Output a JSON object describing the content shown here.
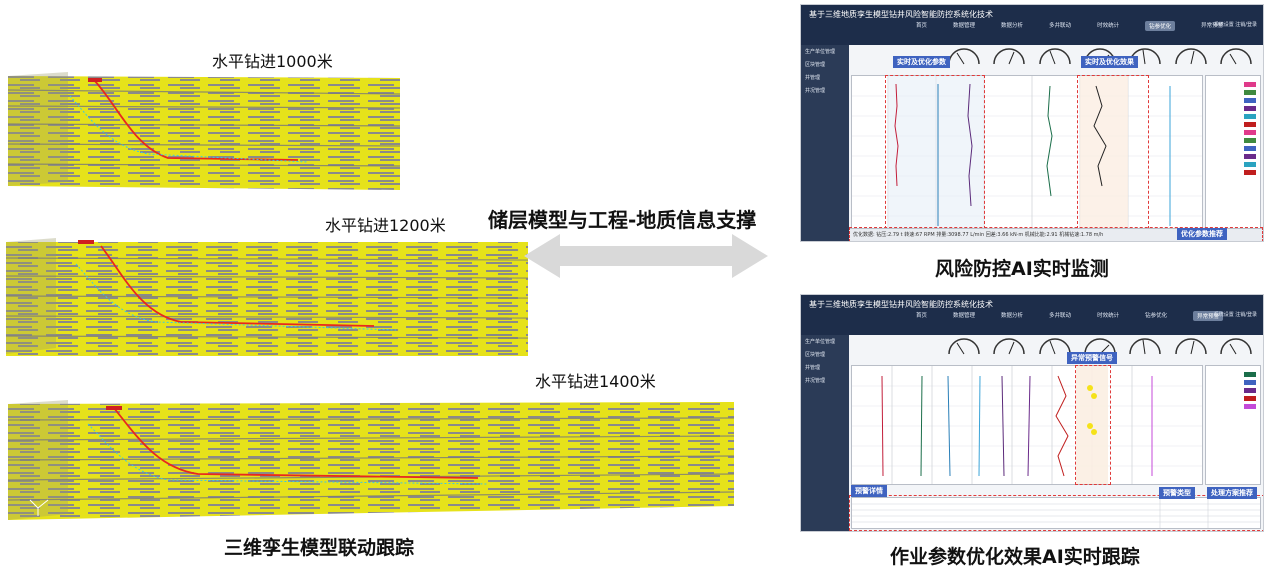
{
  "left": {
    "models": [
      {
        "label": "水平钻进1000米"
      },
      {
        "label": "水平钻进1200米"
      },
      {
        "label": "水平钻进1400米"
      }
    ],
    "caption": "三维孪生模型联动跟踪"
  },
  "center": {
    "arrow_label": "储层模型与工程-地质信息支撑"
  },
  "dashboards": [
    {
      "title": "基于三维地质孪生模型钻井风险智能防控系统化技术",
      "nav": [
        "首页",
        "数据管理",
        "数据分析",
        "多井联动",
        "时效统计",
        "钻参优化",
        "异常预警"
      ],
      "active_index": 5,
      "right_links": "系统设置  注销/登录",
      "side_items": [
        "生产单位管理",
        "区块管理",
        "井管理",
        "井况管理"
      ],
      "tags": [
        "实时及优化参数",
        "实时及优化效果",
        "优化参数推荐"
      ],
      "bottom_text": "优化数据: 钻压:2.79 t    转速:67 RPM    排量:3098.77 L/min    回差:3.66 kN·m    机械比能:2.91    机械钻速:1.78 m/h",
      "caption": "风险防控AI实时监测"
    },
    {
      "title": "基于三维地质孪生模型钻井风险智能防控系统化技术",
      "nav": [
        "首页",
        "数据管理",
        "数据分析",
        "多井联动",
        "时效统计",
        "钻参优化",
        "异常预警"
      ],
      "active_index": 6,
      "right_links": "系统设置  注销/登录",
      "side_items": [
        "生产单位管理",
        "区块管理",
        "井管理",
        "井况管理"
      ],
      "tags": [
        "异常预警信号",
        "预警详情",
        "预警类型",
        "处理方案推荐"
      ],
      "caption": "作业参数优化效果AI实时跟踪"
    }
  ],
  "colors": {
    "strata_yellow": "#e6e21a",
    "strata_gray": "#8a8a8a",
    "well_path": "#e8281e",
    "tag_blue": "#3f63c0",
    "dash_red": "#e03a3a",
    "arrow_gray": "#d9d9d9"
  }
}
